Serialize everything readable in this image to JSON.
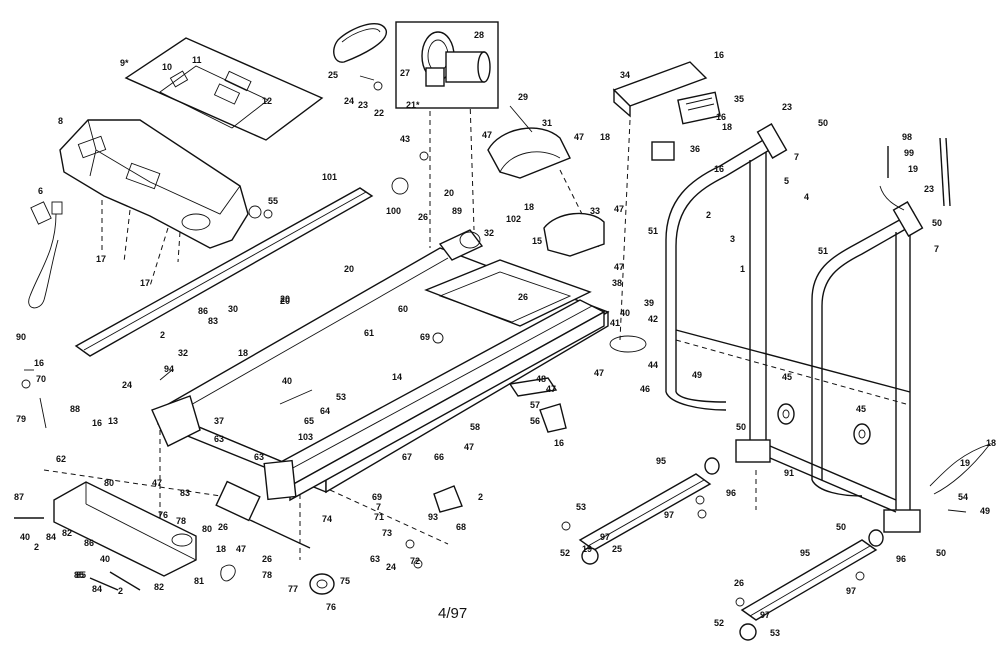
{
  "diagram": {
    "footer_text": "4/97",
    "callouts": [
      {
        "id": "c-9",
        "text": "9*"
      },
      {
        "id": "c-10",
        "text": "10"
      },
      {
        "id": "c-11",
        "text": "11"
      },
      {
        "id": "c-12",
        "text": "12"
      },
      {
        "id": "c-8",
        "text": "8"
      },
      {
        "id": "c-6",
        "text": "6"
      },
      {
        "id": "c-17a",
        "text": "17"
      },
      {
        "id": "c-17b",
        "text": "17"
      },
      {
        "id": "c-55",
        "text": "55"
      },
      {
        "id": "c-101",
        "text": "101"
      },
      {
        "id": "c-100",
        "text": "100"
      },
      {
        "id": "c-43",
        "text": "43"
      },
      {
        "id": "c-25a",
        "text": "25"
      },
      {
        "id": "c-24a",
        "text": "24"
      },
      {
        "id": "c-23a",
        "text": "23"
      },
      {
        "id": "c-22",
        "text": "22"
      },
      {
        "id": "c-21",
        "text": "21*"
      },
      {
        "id": "c-27",
        "text": "27"
      },
      {
        "id": "c-28",
        "text": "28"
      },
      {
        "id": "c-29",
        "text": "29"
      },
      {
        "id": "c-31",
        "text": "31"
      },
      {
        "id": "c-47a",
        "text": "47"
      },
      {
        "id": "c-47b",
        "text": "47"
      },
      {
        "id": "c-34",
        "text": "34"
      },
      {
        "id": "c-16a",
        "text": "16"
      },
      {
        "id": "c-35",
        "text": "35"
      },
      {
        "id": "c-18a",
        "text": "18"
      },
      {
        "id": "c-18b",
        "text": "18"
      },
      {
        "id": "c-36",
        "text": "36"
      },
      {
        "id": "c-16b",
        "text": "16"
      },
      {
        "id": "c-16c",
        "text": "16"
      },
      {
        "id": "c-23b",
        "text": "23"
      },
      {
        "id": "c-50a",
        "text": "50"
      },
      {
        "id": "c-7a",
        "text": "7"
      },
      {
        "id": "c-98",
        "text": "98"
      },
      {
        "id": "c-99",
        "text": "99"
      },
      {
        "id": "c-19a",
        "text": "19"
      },
      {
        "id": "c-23c",
        "text": "23"
      },
      {
        "id": "c-50b",
        "text": "50"
      },
      {
        "id": "c-7b",
        "text": "7"
      },
      {
        "id": "c-5",
        "text": "5"
      },
      {
        "id": "c-2a",
        "text": "2"
      },
      {
        "id": "c-4",
        "text": "4"
      },
      {
        "id": "c-3",
        "text": "3"
      },
      {
        "id": "c-51a",
        "text": "51"
      },
      {
        "id": "c-51b",
        "text": "51"
      },
      {
        "id": "c-1",
        "text": "1"
      },
      {
        "id": "c-20a",
        "text": "20"
      },
      {
        "id": "c-89",
        "text": "89"
      },
      {
        "id": "c-18c",
        "text": "18"
      },
      {
        "id": "c-102",
        "text": "102"
      },
      {
        "id": "c-26a",
        "text": "26"
      },
      {
        "id": "c-32",
        "text": "32"
      },
      {
        "id": "c-33",
        "text": "33"
      },
      {
        "id": "c-47c",
        "text": "47"
      },
      {
        "id": "c-15",
        "text": "15"
      },
      {
        "id": "c-47d",
        "text": "47"
      },
      {
        "id": "c-20b",
        "text": "20"
      },
      {
        "id": "c-20c",
        "text": "20"
      },
      {
        "id": "c-60",
        "text": "60"
      },
      {
        "id": "c-61",
        "text": "61"
      },
      {
        "id": "c-38",
        "text": "38"
      },
      {
        "id": "c-39",
        "text": "39"
      },
      {
        "id": "c-26b",
        "text": "26"
      },
      {
        "id": "c-40a",
        "text": "40"
      },
      {
        "id": "c-41",
        "text": "41"
      },
      {
        "id": "c-42",
        "text": "42"
      },
      {
        "id": "c-69",
        "text": "69"
      },
      {
        "id": "c-44",
        "text": "44"
      },
      {
        "id": "c-47e",
        "text": "47"
      },
      {
        "id": "c-46",
        "text": "46"
      },
      {
        "id": "c-48",
        "text": "48"
      },
      {
        "id": "c-47f",
        "text": "47"
      },
      {
        "id": "c-49a",
        "text": "49"
      },
      {
        "id": "c-45a",
        "text": "45"
      },
      {
        "id": "c-45b",
        "text": "45"
      },
      {
        "id": "c-90",
        "text": "90"
      },
      {
        "id": "c-16d",
        "text": "16"
      },
      {
        "id": "c-70",
        "text": "70"
      },
      {
        "id": "c-2b",
        "text": "2"
      },
      {
        "id": "c-86",
        "text": "86"
      },
      {
        "id": "c-83a",
        "text": "83"
      },
      {
        "id": "c-30",
        "text": "30"
      },
      {
        "id": "c-20d",
        "text": "20"
      },
      {
        "id": "c-18d",
        "text": "18"
      },
      {
        "id": "c-32b",
        "text": "32"
      },
      {
        "id": "c-94",
        "text": "94"
      },
      {
        "id": "c-24b",
        "text": "24"
      },
      {
        "id": "c-40b",
        "text": "40"
      },
      {
        "id": "c-53a",
        "text": "53"
      },
      {
        "id": "c-64",
        "text": "64"
      },
      {
        "id": "c-65",
        "text": "65"
      },
      {
        "id": "c-79",
        "text": "79"
      },
      {
        "id": "c-88",
        "text": "88"
      },
      {
        "id": "c-37",
        "text": "37"
      },
      {
        "id": "c-63a",
        "text": "63"
      },
      {
        "id": "c-14",
        "text": "14"
      },
      {
        "id": "c-16e",
        "text": "16"
      },
      {
        "id": "c-13",
        "text": "13"
      },
      {
        "id": "c-62",
        "text": "62"
      },
      {
        "id": "c-57",
        "text": "57"
      },
      {
        "id": "c-56",
        "text": "56"
      },
      {
        "id": "c-16f",
        "text": "16"
      },
      {
        "id": "c-58",
        "text": "58"
      },
      {
        "id": "c-47g",
        "text": "47"
      },
      {
        "id": "c-66",
        "text": "66"
      },
      {
        "id": "c-50c",
        "text": "50"
      },
      {
        "id": "c-103",
        "text": "103"
      },
      {
        "id": "c-63b",
        "text": "63"
      },
      {
        "id": "c-67",
        "text": "67"
      },
      {
        "id": "c-80",
        "text": "80"
      },
      {
        "id": "c-47h",
        "text": "47"
      },
      {
        "id": "c-83b",
        "text": "83"
      },
      {
        "id": "c-87",
        "text": "87"
      },
      {
        "id": "c-40c",
        "text": "40"
      },
      {
        "id": "c-84a",
        "text": "84"
      },
      {
        "id": "c-82a",
        "text": "82"
      },
      {
        "id": "c-2c",
        "text": "2"
      },
      {
        "id": "c-85",
        "text": "85"
      },
      {
        "id": "c-86b",
        "text": "86"
      },
      {
        "id": "c-40d",
        "text": "40"
      },
      {
        "id": "c-85b",
        "text": "85"
      },
      {
        "id": "c-84b",
        "text": "84"
      },
      {
        "id": "c-2d",
        "text": "2"
      },
      {
        "id": "c-82b",
        "text": "82"
      },
      {
        "id": "c-76a",
        "text": "76"
      },
      {
        "id": "c-78a",
        "text": "78"
      },
      {
        "id": "c-80b",
        "text": "80"
      },
      {
        "id": "c-26c",
        "text": "26"
      },
      {
        "id": "c-47i",
        "text": "47"
      },
      {
        "id": "c-74",
        "text": "74"
      },
      {
        "id": "c-26d",
        "text": "26"
      },
      {
        "id": "c-73",
        "text": "73"
      },
      {
        "id": "c-18e",
        "text": "18"
      },
      {
        "id": "c-81",
        "text": "81"
      },
      {
        "id": "c-78b",
        "text": "78"
      },
      {
        "id": "c-77",
        "text": "77"
      },
      {
        "id": "c-75",
        "text": "75"
      },
      {
        "id": "c-76b",
        "text": "76"
      },
      {
        "id": "c-24c",
        "text": "24"
      },
      {
        "id": "c-72",
        "text": "72"
      },
      {
        "id": "c-63c",
        "text": "63"
      },
      {
        "id": "c-71",
        "text": "71"
      },
      {
        "id": "c-69b",
        "text": "69"
      },
      {
        "id": "c-7c",
        "text": "7"
      },
      {
        "id": "c-93",
        "text": "93"
      },
      {
        "id": "c-68",
        "text": "68"
      },
      {
        "id": "c-2e",
        "text": "2"
      },
      {
        "id": "c-95a",
        "text": "95"
      },
      {
        "id": "c-96a",
        "text": "96"
      },
      {
        "id": "c-53b",
        "text": "53"
      },
      {
        "id": "c-97a",
        "text": "97"
      },
      {
        "id": "c-97b",
        "text": "97"
      },
      {
        "id": "c-52a",
        "text": "52"
      },
      {
        "id": "c-19b",
        "text": "19"
      },
      {
        "id": "c-25b",
        "text": "25"
      },
      {
        "id": "c-91",
        "text": "91"
      },
      {
        "id": "c-50d",
        "text": "50"
      },
      {
        "id": "c-96b",
        "text": "96"
      },
      {
        "id": "c-50e",
        "text": "50"
      },
      {
        "id": "c-95b",
        "text": "95"
      },
      {
        "id": "c-97c",
        "text": "97"
      },
      {
        "id": "c-26e",
        "text": "26"
      },
      {
        "id": "c-97d",
        "text": "97"
      },
      {
        "id": "c-52b",
        "text": "52"
      },
      {
        "id": "c-53c",
        "text": "53"
      },
      {
        "id": "c-18f",
        "text": "18"
      },
      {
        "id": "c-54",
        "text": "54"
      },
      {
        "id": "c-49b",
        "text": "49"
      },
      {
        "id": "c-19c",
        "text": "19"
      }
    ]
  }
}
